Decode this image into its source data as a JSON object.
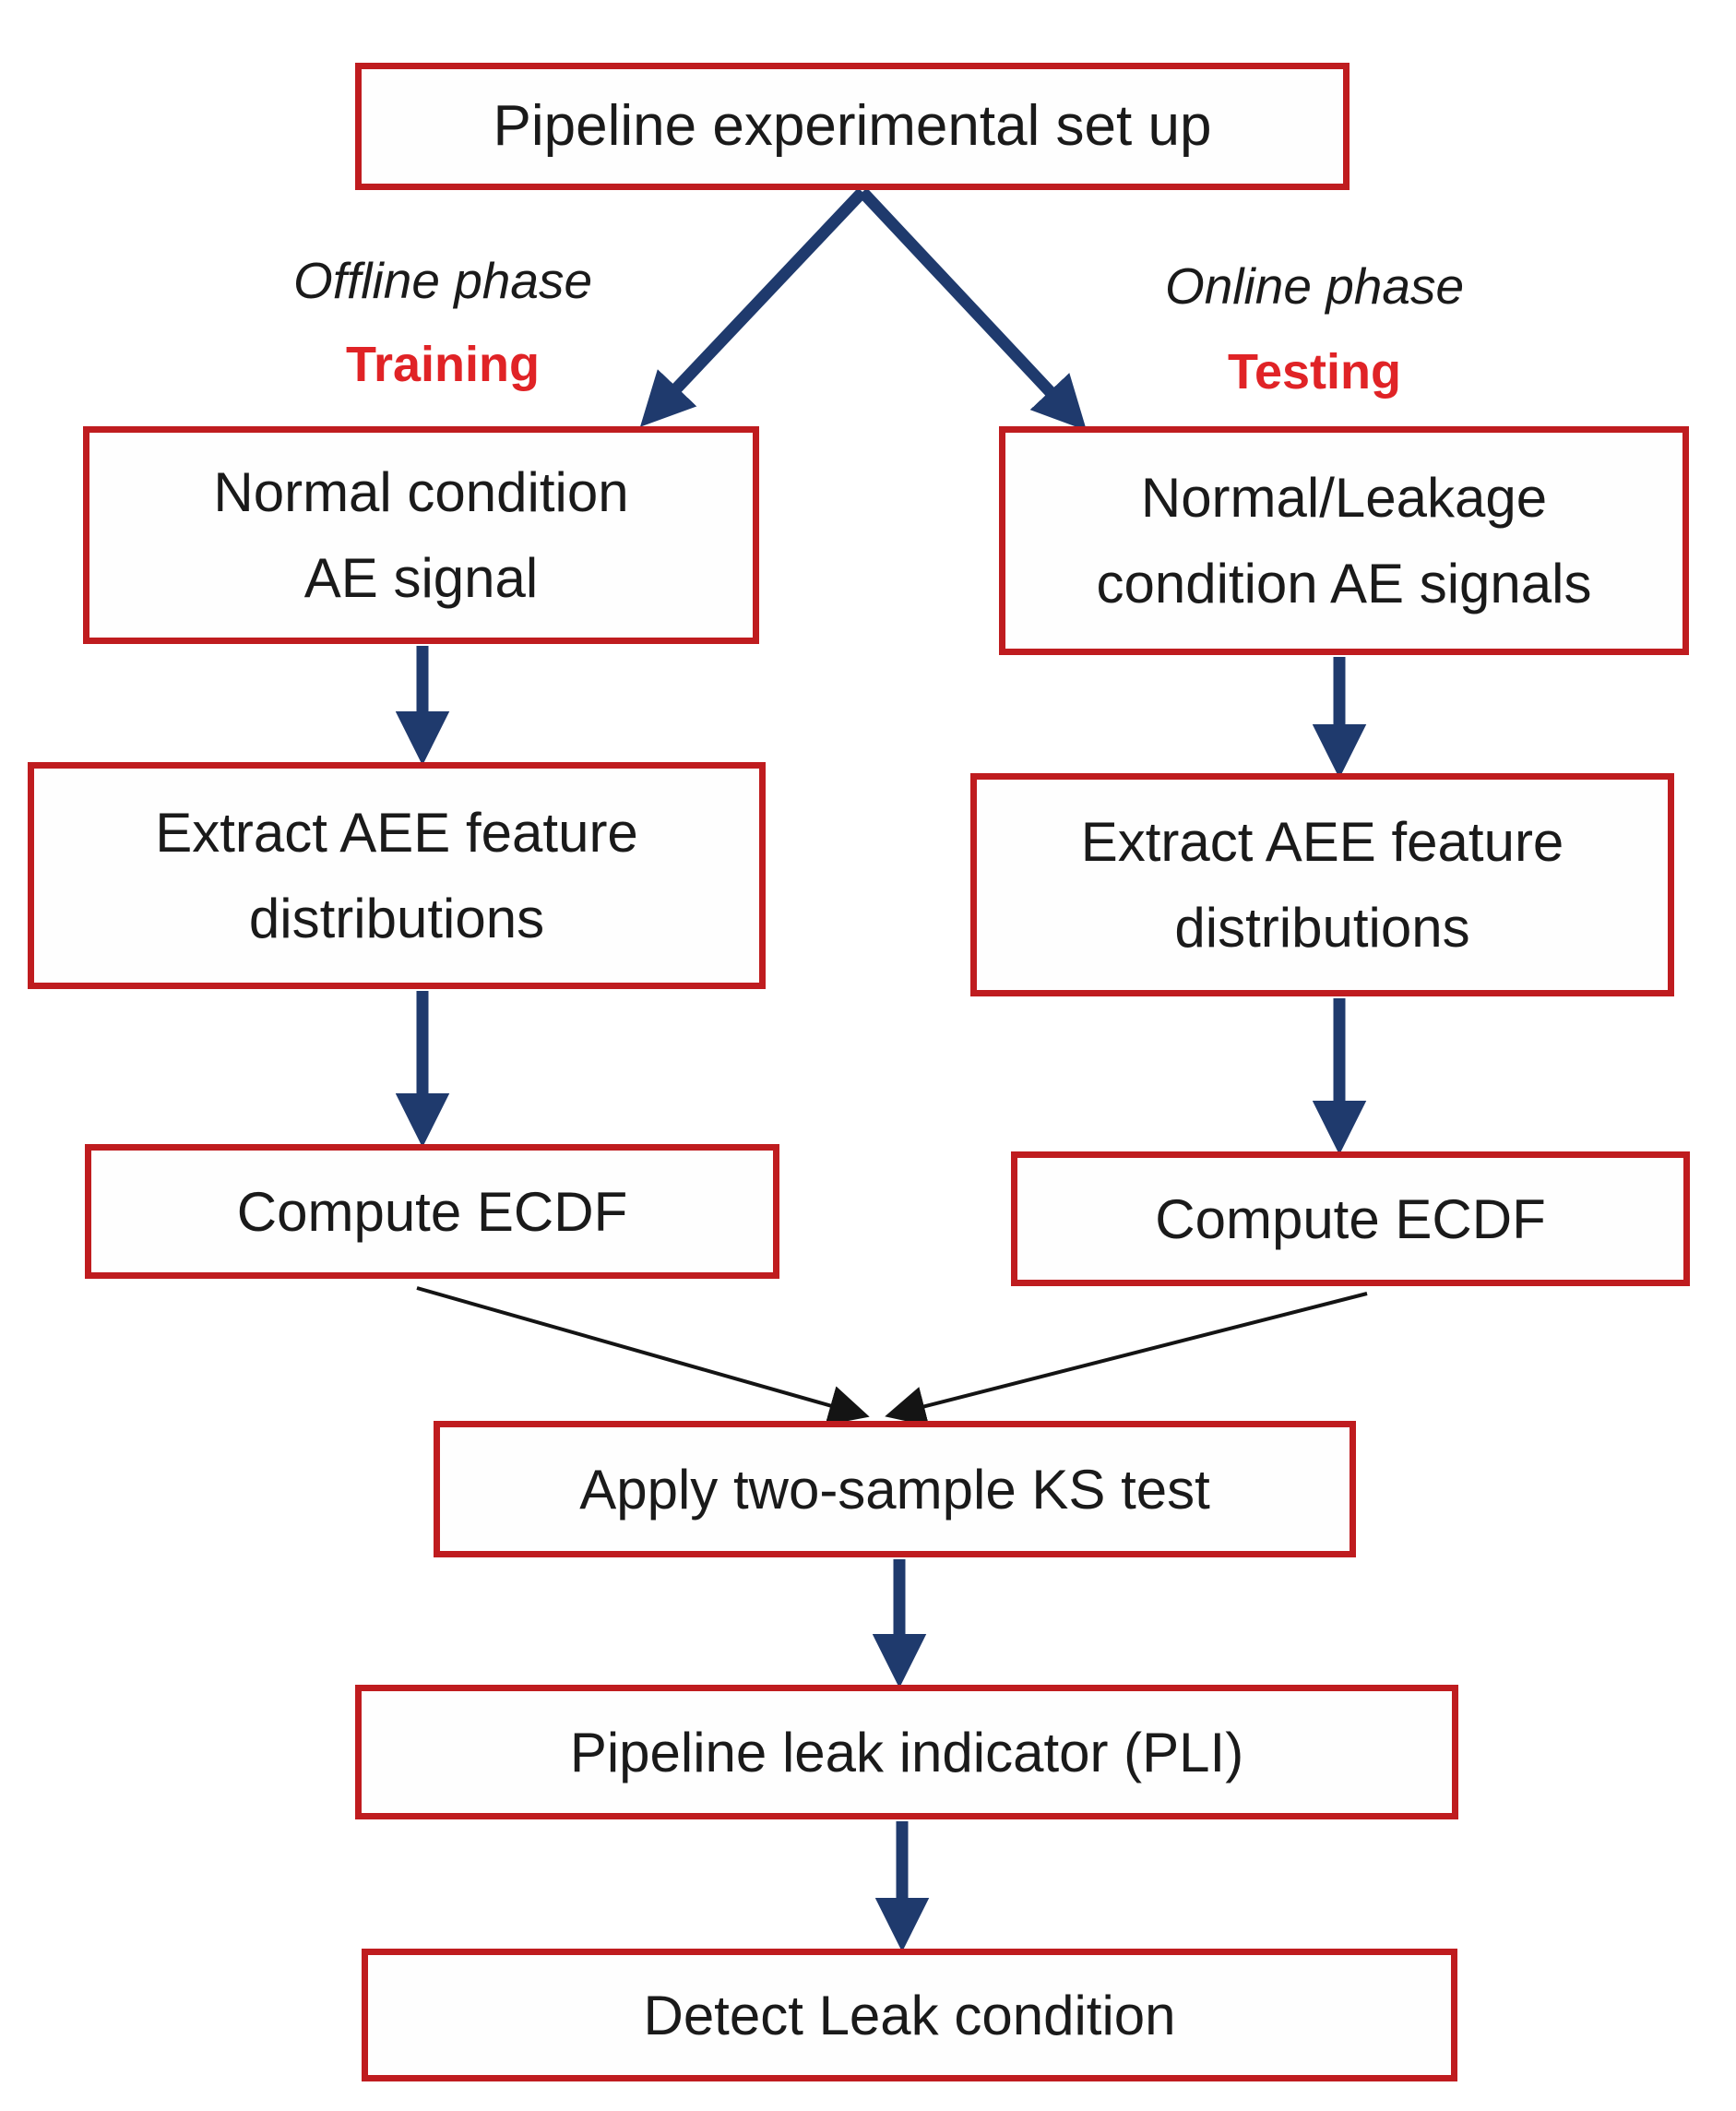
{
  "diagram": {
    "nodes": {
      "top": {
        "label": "Pipeline experimental set up"
      },
      "left1": {
        "label": "Normal condition\nAE signal"
      },
      "right1": {
        "label": "Normal/Leakage\ncondition AE signals"
      },
      "left2": {
        "label": "Extract AEE feature\ndistributions"
      },
      "right2": {
        "label": "Extract AEE feature\ndistributions"
      },
      "left3": {
        "label": "Compute ECDF"
      },
      "right3": {
        "label": "Compute ECDF"
      },
      "ks": {
        "label": "Apply two-sample KS test"
      },
      "pli": {
        "label": "Pipeline leak indicator (PLI)"
      },
      "detect": {
        "label": "Detect Leak condition"
      }
    },
    "labels": {
      "offline_phase": "Offline phase",
      "training": "Training",
      "online_phase": "Online phase",
      "testing": "Testing"
    },
    "colors": {
      "box_border": "#bf1c1f",
      "arrow_primary": "#1f3a6d",
      "arrow_secondary": "#141414",
      "phase_mode_color": "#e02326",
      "text": "#1a1a1a",
      "background": "#ffffff"
    }
  }
}
